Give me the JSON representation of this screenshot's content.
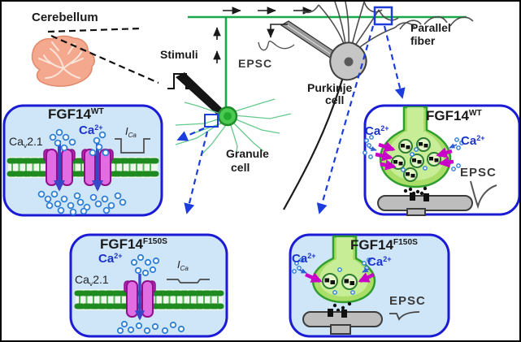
{
  "figure": {
    "type": "scientific-diagram",
    "labels": {
      "cerebellum": "Cerebellum",
      "stimuli": "Stimuli",
      "epsc_top": "EPSC",
      "purkinje": [
        "Purkinje",
        "cell"
      ],
      "granule": [
        "Granule",
        "cell"
      ],
      "parallel": [
        "Parallel",
        "fiber"
      ]
    },
    "boxes": {
      "wt_left": {
        "title": {
          "base": "FGF14",
          "sup": "WT"
        },
        "ca": {
          "base": "Ca",
          "sup": "2+"
        },
        "cav": {
          "pre": "Ca",
          "sub": "v",
          "post": "2.1"
        },
        "ica": {
          "base": "I",
          "sub": "Ca"
        }
      },
      "wt_right": {
        "title": {
          "base": "FGF14",
          "sup": "WT"
        },
        "ca_left": {
          "base": "Ca",
          "sup": "2+"
        },
        "ca_right": {
          "base": "Ca",
          "sup": "2+"
        },
        "epsc": "EPSC"
      },
      "f150s_left": {
        "title": {
          "base": "FGF14",
          "sup": "F150S"
        },
        "ca": {
          "base": "Ca",
          "sup": "2+"
        },
        "cav": {
          "pre": "Ca",
          "sub": "v",
          "post": "2.1"
        },
        "ica": {
          "base": "I",
          "sub": "Ca"
        }
      },
      "f150s_right": {
        "title": {
          "base": "FGF14",
          "sup": "F150S"
        },
        "ca_left": {
          "base": "Ca",
          "sup": "2+"
        },
        "ca_right": {
          "base": "Ca",
          "sup": "2+"
        },
        "epsc": "EPSC"
      }
    },
    "colors": {
      "box_border_blue": "#1b1bd6",
      "box_fill_light_blue": "#cfe5f8",
      "box_fill_white": "#ffffff",
      "ca_label_blue": "#1b33cc",
      "membrane_green": "#1f8a1f",
      "channel_magenta": "#e26de2",
      "terminal_green": "#aade68",
      "postsynaptic_gray": "#bdbdbd",
      "parallel_fiber_green": "#18a84a",
      "dashed_arrow_blue": "#1c3ddd",
      "cerebellum_pink": "#f4a98e"
    }
  }
}
